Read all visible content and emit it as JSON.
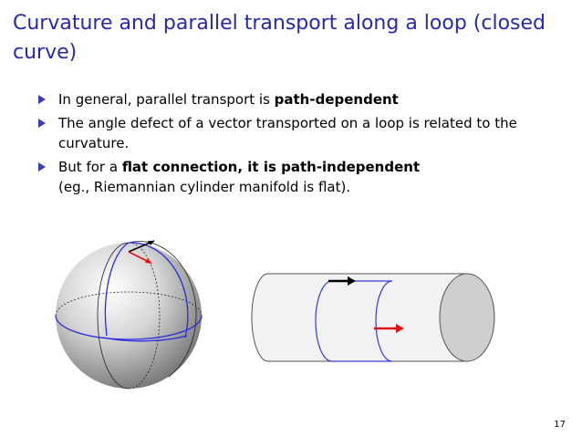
{
  "slide": {
    "title": "Curvature and parallel transport along a loop (closed curve)",
    "bullets": [
      {
        "prefix": "In general, parallel transport is ",
        "bold": "path-dependent",
        "suffix": ""
      },
      {
        "prefix": "The angle defect of a vector transported on a loop is related to the curvature.",
        "bold": "",
        "suffix": ""
      },
      {
        "prefix": "But for a ",
        "bold": "flat connection, it is path-independent",
        "suffix": "",
        "line2": "(eg., Riemannian cylinder manifold is flat)."
      }
    ],
    "page_number": "17"
  },
  "colors": {
    "title": "#2929a8",
    "bullet_marker": "#3c3cb0",
    "loop": "#2a2ae0",
    "arrow_red": "#e01010",
    "arrow_black": "#000000"
  }
}
